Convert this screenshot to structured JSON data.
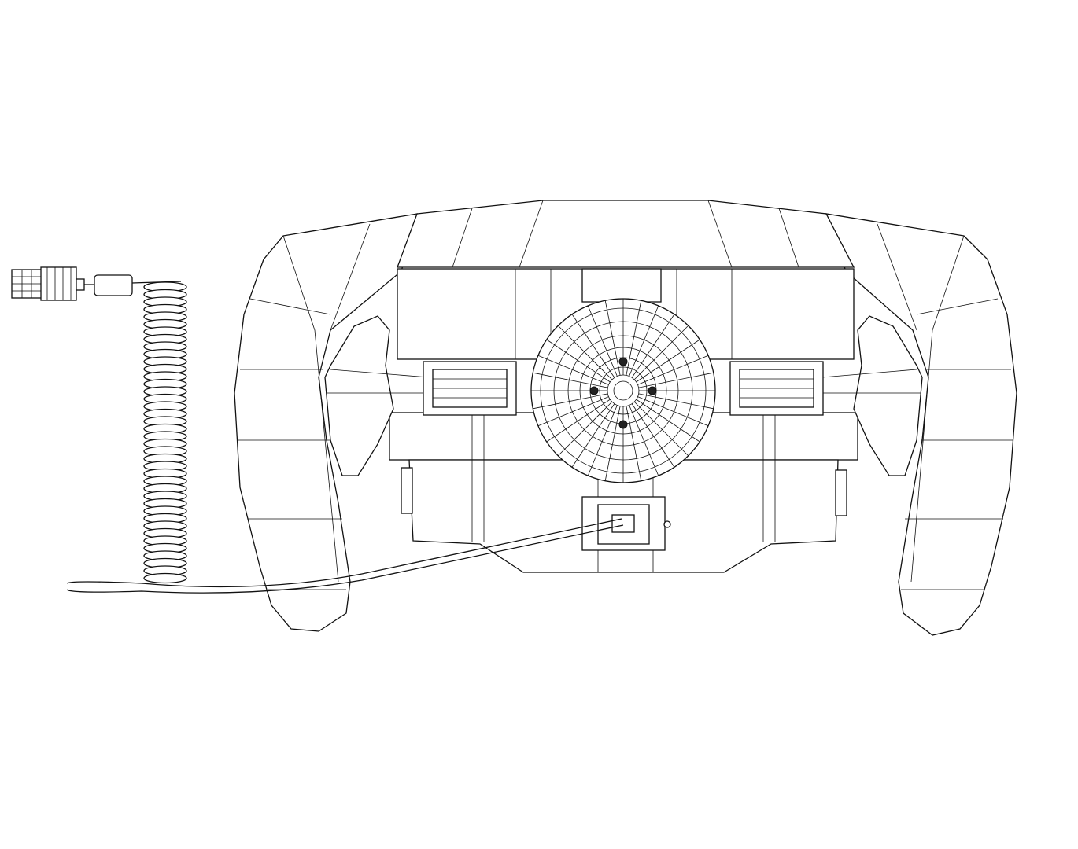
{
  "image": {
    "subject": "steering-wheel-wireframe",
    "colors": {
      "background": "#ffffff",
      "line": "#111111"
    },
    "parts": [
      "left-grip",
      "right-grip",
      "top-housing",
      "center-hub",
      "left-paddle",
      "right-paddle",
      "left-button-panel",
      "right-button-panel",
      "lower-body",
      "cable-port",
      "coiled-cable",
      "connector-plug",
      "straight-cable"
    ]
  }
}
